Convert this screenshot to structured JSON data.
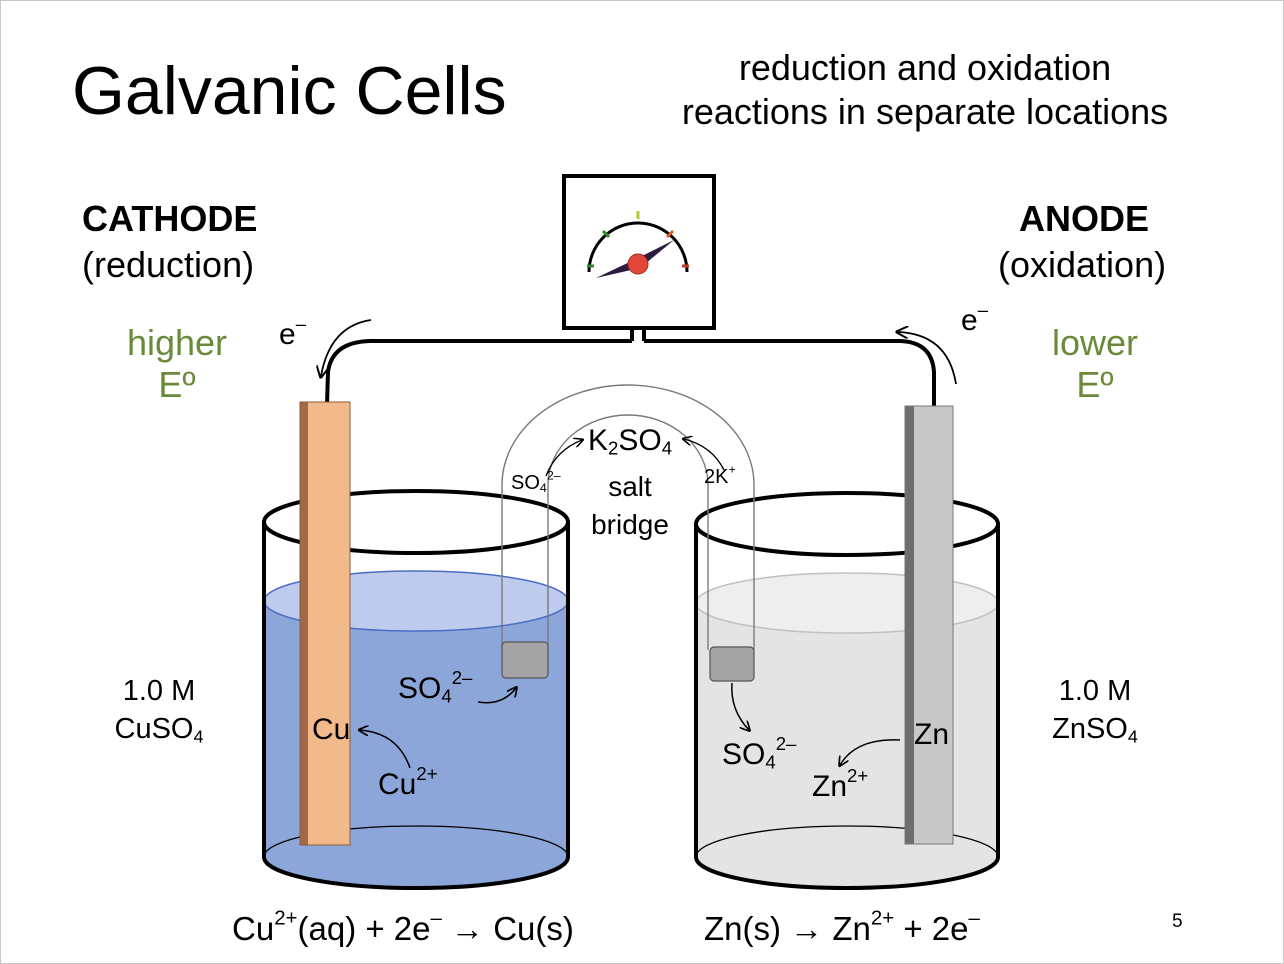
{
  "title": "Galvanic Cells",
  "subtitle": {
    "line1": "reduction and oxidation",
    "line2": "reactions in separate locations"
  },
  "cathode": {
    "heading": "CATHODE",
    "role": "(reduction)",
    "potential_l1": "higher",
    "potential_l2": "Eº",
    "electron": "e",
    "electrode": "Cu",
    "ion": "Cu",
    "ion_charge": "2+",
    "conc_l1": "1.0 M",
    "conc_l2_main": "CuSO",
    "conc_l2_sub": "4",
    "color_electrode": "#f2b98b",
    "color_solution": "#8da6d9"
  },
  "anode": {
    "heading": "ANODE",
    "role": "(oxidation)",
    "potential_l1": "lower",
    "potential_l2": "Eº",
    "electron": "e",
    "electrode": "Zn",
    "ion": "Zn",
    "ion_charge": "2+",
    "conc_l1": "1.0 M",
    "conc_l2_main": "ZnSO",
    "conc_l2_sub": "4",
    "color_electrode": "#c8c8c8",
    "color_solution": "#e4e4e4"
  },
  "salt_bridge": {
    "compound_k": "K",
    "compound_k_sub": "2",
    "compound_so": "SO",
    "compound_so_sub": "4",
    "label_l1": "salt",
    "label_l2": "bridge",
    "anion_main": "SO",
    "anion_sub": "4",
    "anion_charge": "2–",
    "cation_main": "2K",
    "cation_charge": "+"
  },
  "ions": {
    "sulfate_main": "SO",
    "sulfate_sub": "4",
    "sulfate_charge": "2–"
  },
  "equations": {
    "cathode": {
      "p1": "Cu",
      "p1_sup": "2+",
      "p2": "(aq) + 2e",
      "p2_sup": "–",
      "p3": " → Cu(s)"
    },
    "anode": {
      "p1": "Zn(s) → Zn",
      "p1_sup": "2+",
      "p2": " + 2e",
      "p2_sup": "–"
    }
  },
  "page_number": "5",
  "icons": [
    "voltmeter-gauge-icon"
  ]
}
